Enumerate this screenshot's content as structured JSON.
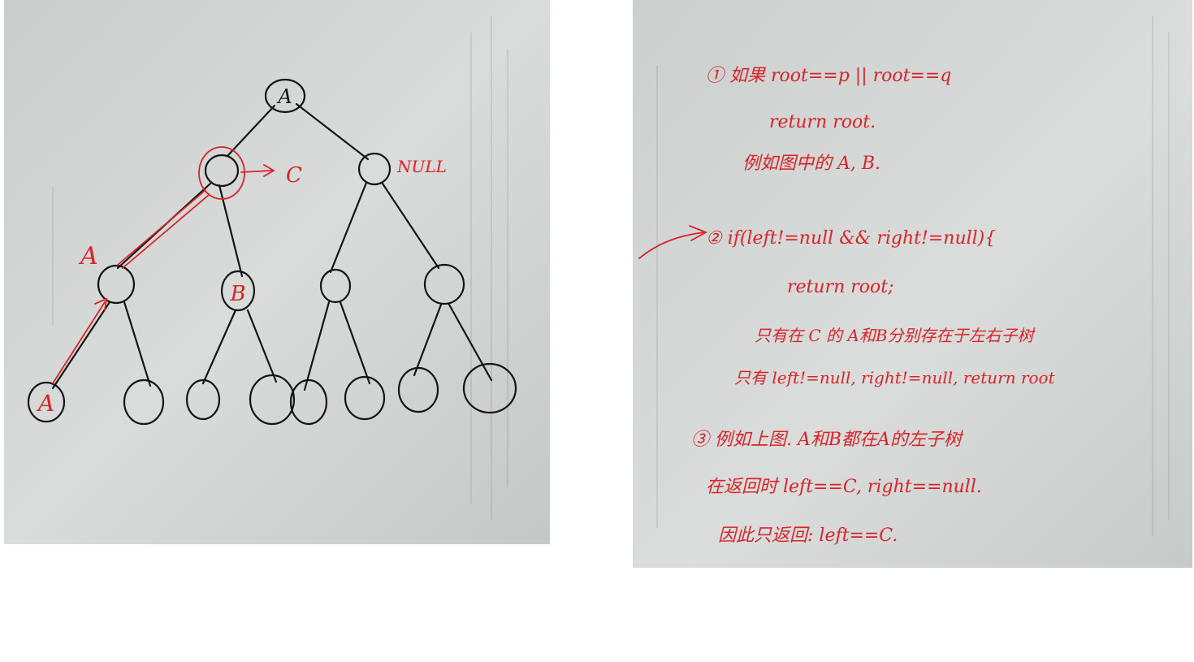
{
  "left_photo": {
    "node_labels": {
      "root": "A",
      "left_child": "C",
      "right_child": "NULL",
      "node_b": "B",
      "leaf_a": "A",
      "side_a": "A"
    }
  },
  "right_photo": {
    "lines": [
      "① 如果 root==p || root==q",
      "return root.",
      "例如图中的 A, B.",
      "② if(left!=null && right!=null){",
      "return root;",
      "只有在 C 的 A和B分别存在于左右子树",
      "只有 left!=null, right!=null, return root",
      "③ 例如上图. A和B都在A的左子树",
      "在返回时 left==C, right==null.",
      "因此只返回: left==C."
    ]
  },
  "colors": {
    "ink": "#141414",
    "red_pen": "#d8232a",
    "paper": "#cfd3d0"
  }
}
